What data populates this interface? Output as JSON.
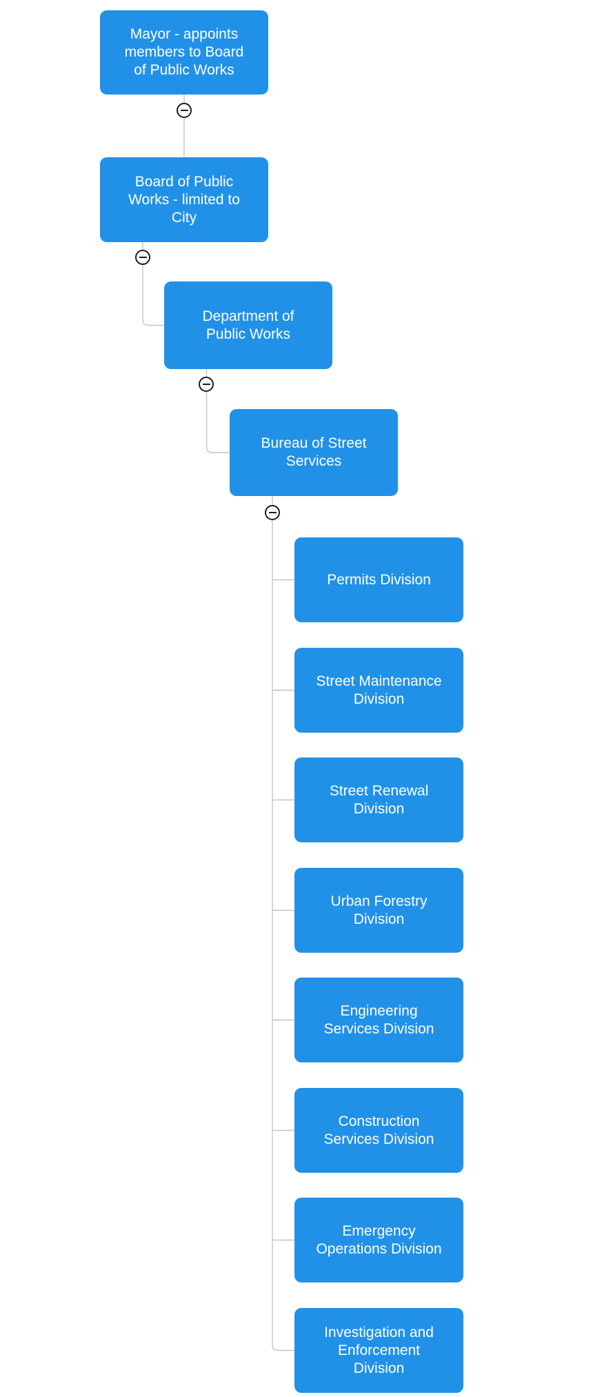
{
  "diagram": {
    "type": "org-chart",
    "colors": {
      "background": "#ffffff",
      "node_fill": "#2191e8",
      "node_text": "#ffffff",
      "connector": "#c4c4c4",
      "collapse_border": "#1c1c1c",
      "collapse_fill": "#ffffff"
    },
    "icons": {
      "collapse": "minus-circle-icon"
    },
    "nodes": [
      {
        "id": "mayor",
        "parent_id": null,
        "label": "Mayor - appoints\nmembers to Board\nof Public Works"
      },
      {
        "id": "board",
        "parent_id": "mayor",
        "label": "Board of Public\nWorks - limited to\nCity"
      },
      {
        "id": "department",
        "parent_id": "board",
        "label": "Department of\nPublic Works"
      },
      {
        "id": "bureau",
        "parent_id": "department",
        "label": "Bureau of Street\nServices"
      },
      {
        "id": "permits",
        "parent_id": "bureau",
        "label": "Permits Division"
      },
      {
        "id": "street-maintenance",
        "parent_id": "bureau",
        "label": "Street Maintenance\nDivision"
      },
      {
        "id": "street-renewal",
        "parent_id": "bureau",
        "label": "Street Renewal\nDivision"
      },
      {
        "id": "urban-forestry",
        "parent_id": "bureau",
        "label": "Urban Forestry\nDivision"
      },
      {
        "id": "engineering",
        "parent_id": "bureau",
        "label": "Engineering\nServices Division"
      },
      {
        "id": "construction",
        "parent_id": "bureau",
        "label": "Construction\nServices Division"
      },
      {
        "id": "emergency",
        "parent_id": "bureau",
        "label": "Emergency\nOperations Division"
      },
      {
        "id": "investigation",
        "parent_id": "bureau",
        "label": "Investigation and\nEnforcement\nDivision"
      }
    ],
    "collapse_buttons": [
      {
        "below_node": "mayor",
        "state": "expanded"
      },
      {
        "below_node": "board",
        "state": "expanded"
      },
      {
        "below_node": "department",
        "state": "expanded"
      },
      {
        "below_node": "bureau",
        "state": "expanded"
      }
    ]
  }
}
